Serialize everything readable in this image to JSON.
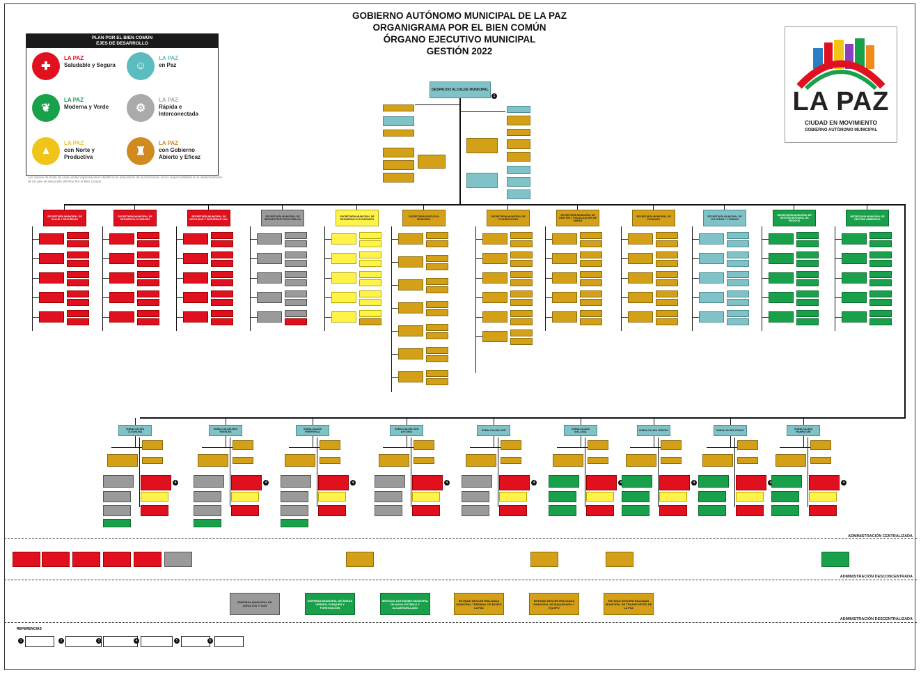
{
  "title": {
    "line1": "GOBIERNO AUTÓNOMO MUNICIPAL DE LA PAZ",
    "line2": "ORGANIGRAMA POR EL BIEN COMÚN",
    "line3": "ÓRGANO EJECUTIVO MUNICIPAL",
    "line4": "GESTIÓN 2022"
  },
  "legend": {
    "head1": "PLAN POR EL BIEN COMÚN",
    "head2": "EJES DE DESARROLLO",
    "items": [
      {
        "lp": "LA PAZ",
        "text": "Saludable y Segura",
        "color": "#e0101f",
        "icon": "shield-cross-icon"
      },
      {
        "lp": "LA PAZ",
        "text": "en Paz",
        "color": "#5bbcc0",
        "icon": "people-icon"
      },
      {
        "lp": "LA PAZ",
        "text": "Moderna y Verde",
        "color": "#18a14a",
        "icon": "leaf-icon"
      },
      {
        "lp": "LA PAZ",
        "text": "Rápida e Interconectada",
        "color": "#aaaaaa",
        "icon": "network-icon"
      },
      {
        "lp": "LA PAZ",
        "text": "con Norte y Productiva",
        "color": "#f0c419",
        "icon": "growth-icon"
      },
      {
        "lp": "LA PAZ",
        "text": "con Gobierno Abierto y Eficaz",
        "color": "#d08a20",
        "icon": "team-icon"
      }
    ],
    "note": "Los colores de fondo de cada unidad organizacional identifican la articulación de sus funciones con la responsabilidad en la implementación de los ejes de desarrollo del Plan Por el Bien Común."
  },
  "logo": {
    "main": "LA PAZ",
    "sub": "CIUDAD EN MOVIMIENTO",
    "sub2": "GOBIERNO AUTÓNOMO MUNICIPAL"
  },
  "top": {
    "despacho": "DESPACHO ALCALDE MUNICIPAL"
  },
  "secretarias": [
    {
      "name": "SECRETARÍA MUNICIPAL DE SALUD Y SEGURIDAD",
      "color": "red"
    },
    {
      "name": "SECRETARÍA MUNICIPAL DE DESARROLLO HUMANO",
      "color": "red"
    },
    {
      "name": "SECRETARÍA MUNICIPAL DE MOVILIDAD Y SEGURIDAD VIAL",
      "color": "red"
    },
    {
      "name": "SECRETARÍA MUNICIPAL DE INFRAESTRUCTURA PÚBLICA",
      "color": "gray"
    },
    {
      "name": "SECRETARÍA MUNICIPAL DE DESARROLLO ECONÓMICO",
      "color": "yellow"
    },
    {
      "name": "SECRETARÍA EJECUTIVA MUNICIPAL",
      "color": "gold"
    },
    {
      "name": "SECRETARÍA MUNICIPAL DE PLANIFICACIÓN",
      "color": "gold"
    },
    {
      "name": "SECRETARÍA MUNICIPAL DE GESTIÓN Y FISCALIZACIÓN DE OBRAS",
      "color": "gold"
    },
    {
      "name": "SECRETARÍA MUNICIPAL DE FINANZAS",
      "color": "gold"
    },
    {
      "name": "SECRETARÍA MUNICIPAL DE CULTURAS Y TURISMO",
      "color": "teal"
    },
    {
      "name": "SECRETARÍA MUNICIPAL DE GESTIÓN INTEGRAL DE RIESGOS",
      "color": "green"
    },
    {
      "name": "SECRETARÍA MUNICIPAL DE GESTIÓN AMBIENTAL",
      "color": "green"
    }
  ],
  "subalcaldias": [
    "SUBALCALDÍA COTAHUMA",
    "SUBALCALDÍA MAX PAREDES",
    "SUBALCALDÍA PERIFÉRICA",
    "SUBALCALDÍA SAN ANTONIO",
    "SUBALCALDÍA SUR",
    "SUBALCALDÍA MALLASA",
    "SUBALCALDÍA CENTRO",
    "SUBALCALDÍA ZONGO",
    "SUBALCALDÍA HAMPATURI"
  ],
  "zones": {
    "centralizada": "ADMINISTRACIÓN CENTRALIZADA",
    "desconcentrada": "ADMINISTRACIÓN DESCONCENTRADA",
    "descentralizada": "ADMINISTRACIÓN DESCENTRALIZADA"
  },
  "descentralizada": [
    {
      "name": "EMPRESA MUNICIPAL DE ASFALTOS Y VÍAS",
      "color": "gray"
    },
    {
      "name": "EMPRESA MUNICIPAL DE ÁREAS VERDES, PARQUES Y FORESTACIÓN",
      "color": "green"
    },
    {
      "name": "SERVICIO AUTÓNOMO MUNICIPAL DE AGUA POTABLE Y ALCANTARILLADO",
      "color": "green"
    },
    {
      "name": "ENTIDAD DESCENTRALIZADA MUNICIPAL TERMINAL DE BUSES LA PAZ",
      "color": "gold"
    },
    {
      "name": "ENTIDAD DESCENTRALIZADA MUNICIPAL DE MAQUINARIA Y EQUIPO",
      "color": "gold"
    },
    {
      "name": "ENTIDAD DESCENTRALIZADA MUNICIPAL DE TRANSPORTES DE LA PAZ",
      "color": "gold"
    }
  ],
  "refs": {
    "title": "REFERENCIAS"
  }
}
